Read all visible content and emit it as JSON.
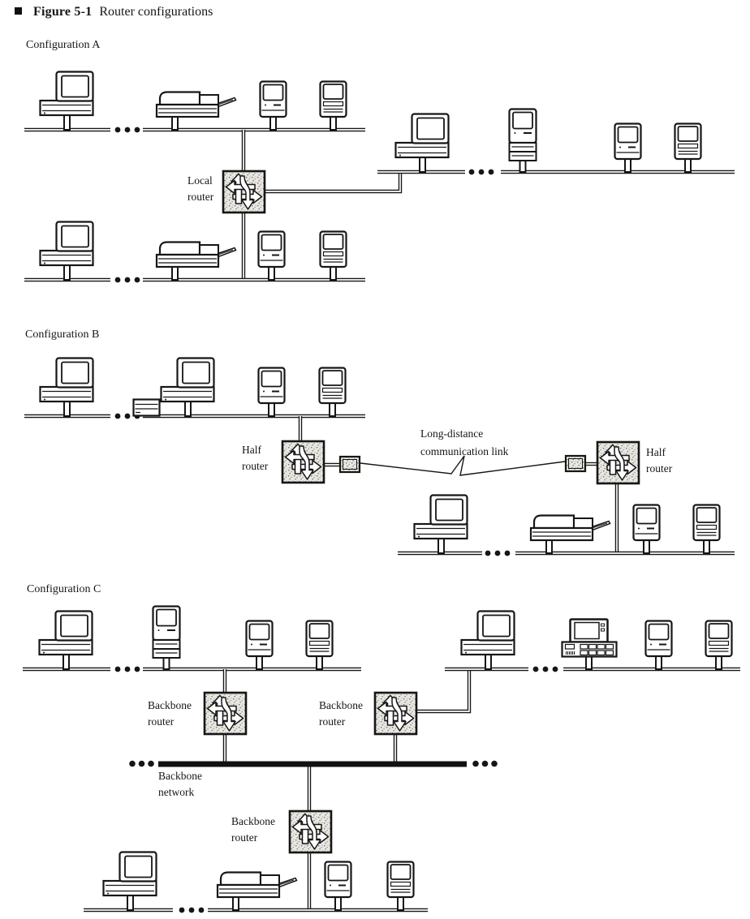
{
  "figure": {
    "label": "Figure 5-1",
    "title": "Router configurations"
  },
  "sections": {
    "a": "Configuration A",
    "b": "Configuration B",
    "c": "Configuration C"
  },
  "labels": {
    "local_router": {
      "line1": "Local",
      "line2": "router"
    },
    "half_router_left": {
      "line1": "Half",
      "line2": "router"
    },
    "half_router_right": {
      "line1": "Half",
      "line2": "router"
    },
    "long_distance": {
      "line1": "Long-distance",
      "line2": "communication link"
    },
    "backbone_router_left": {
      "line1": "Backbone",
      "line2": "router"
    },
    "backbone_router_right": {
      "line1": "Backbone",
      "line2": "router"
    },
    "backbone_router_bottom": {
      "line1": "Backbone",
      "line2": "router"
    },
    "backbone_network": {
      "line1": "Backbone",
      "line2": "network"
    }
  },
  "icons": {
    "router-icon": "stippled box with four interwoven routing arrows",
    "desktop-computer-icon": "monitor on wide system unit",
    "printer-icon": "laser printer with paper tray",
    "compact-mac-icon": "compact Macintosh",
    "compact-mac-alt-icon": "compact Macintosh with slot panel",
    "tower-mac-icon": "Macintosh on stacked drive pedestal",
    "ibm-pc-icon": "PC with front drive bays",
    "disk-drive-icon": "external disk drive box",
    "modem-icon": "small stippled modem box",
    "ellipsis-dots-icon": "network continuation dots",
    "backbone-line": "thick backbone network bus"
  },
  "colors": {
    "ink": "#161616",
    "paper": "#ffffff",
    "router_fill": "#e9e7e2",
    "backbone": "#111111"
  }
}
